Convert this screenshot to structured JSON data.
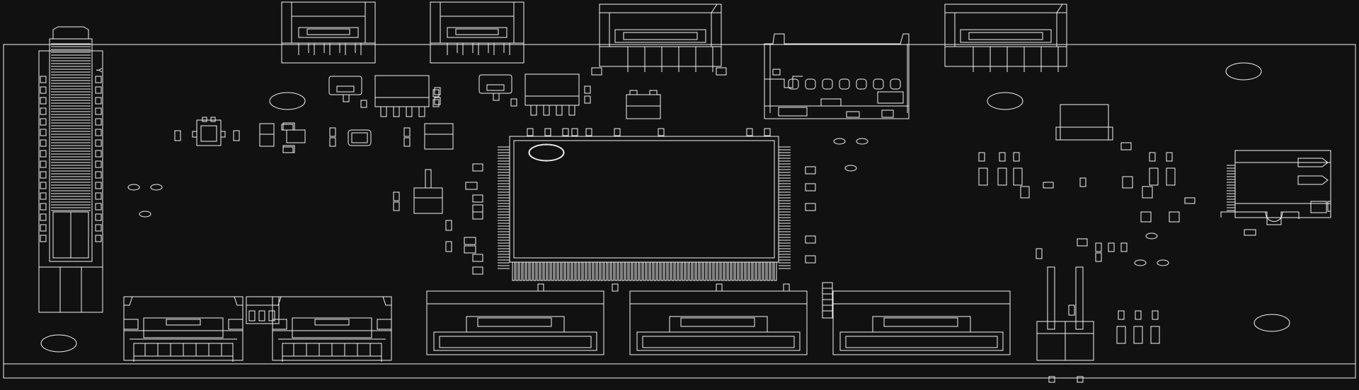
{
  "theme": {
    "background": "#111111",
    "stroke": "#f2f2f2"
  },
  "drawing": {
    "type": "pcb-outline",
    "card_edge_marker": "Y",
    "components": [
      "card-edge-connector",
      "top-wire-connector",
      "bottom-wire-connector",
      "ffc-connector",
      "micro-sd-socket",
      "qfp-chip",
      "soic-chip",
      "ethernet-jack",
      "pin-header",
      "mounting-hole",
      "smd-passive"
    ]
  }
}
